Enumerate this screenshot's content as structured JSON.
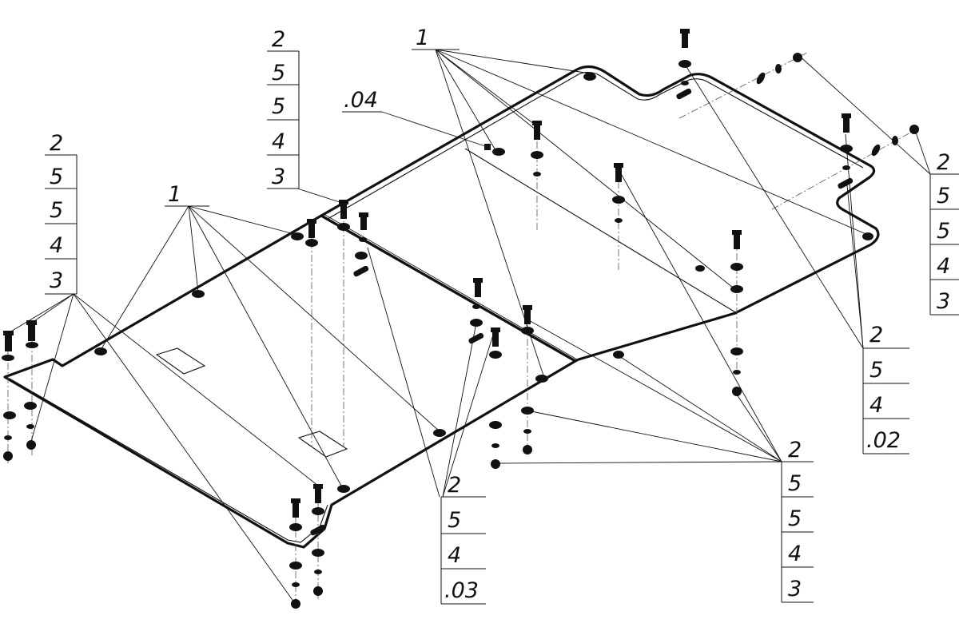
{
  "callouts": {
    "part_1_top": "1",
    "part_1_left": "1",
    "part_04": ".04",
    "stack_left": [
      "2",
      "5",
      "5",
      "4",
      "3"
    ],
    "stack_upper_center": [
      "2",
      "5",
      "5",
      "4",
      "3"
    ],
    "stack_right_edge": [
      "2",
      "5",
      "5",
      "4",
      "3"
    ],
    "stack_right_02": [
      "2",
      "5",
      "4",
      ".02"
    ],
    "stack_bottom_right": [
      "2",
      "5",
      "5",
      "4",
      "3"
    ],
    "stack_bottom_03": [
      "2",
      "5",
      "4",
      ".03"
    ]
  }
}
